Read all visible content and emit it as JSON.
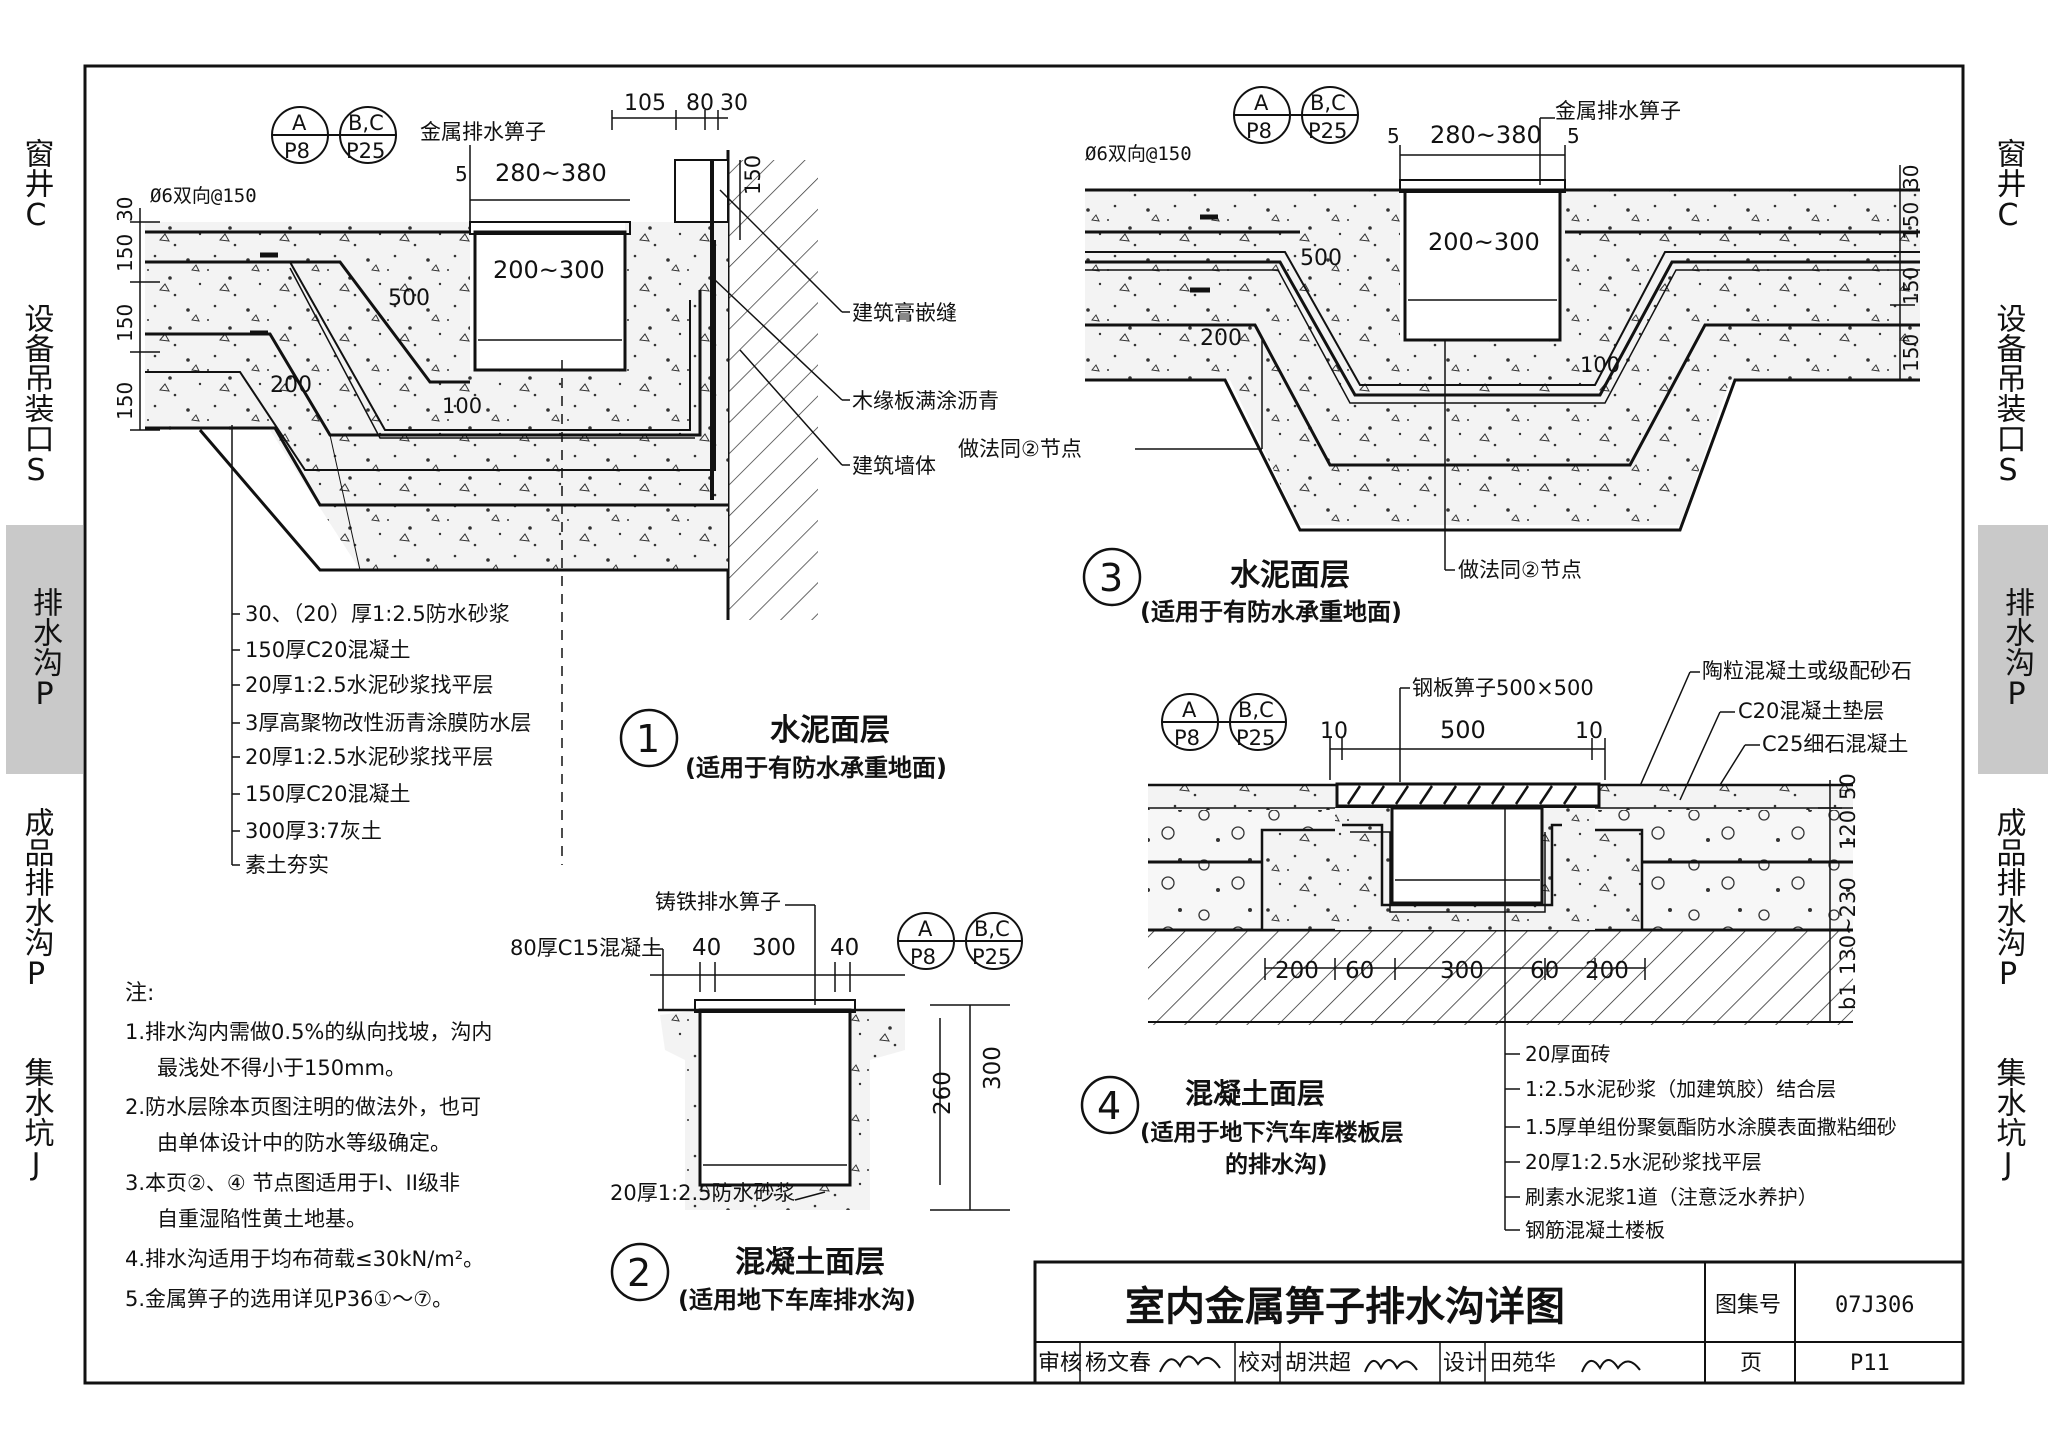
{
  "side_nav": [
    {
      "label": "窗井C",
      "highlight": false
    },
    {
      "label": "设备吊装口S",
      "highlight": false
    },
    {
      "label": "排水沟P",
      "highlight": true
    },
    {
      "label": "成品排水沟P",
      "highlight": false
    },
    {
      "label": "集水坑J",
      "highlight": false
    }
  ],
  "ref_tag": {
    "a": "A",
    "p8": "P8",
    "bc": "B,C",
    "p25": "P25"
  },
  "d1": {
    "grate_label": "金属排水箅子",
    "rebar": "Ø6双向@150",
    "dims": {
      "top_span": "280~380",
      "inner": "200~300",
      "gap5": "5",
      "l500": "500",
      "l200": "200",
      "l100": "100",
      "d105": "105",
      "d80": "80",
      "d30": "30",
      "d150": "150",
      "v30": "30",
      "v150": "150"
    },
    "side_labels": [
      "建筑膏嵌缝",
      "木缘板满涂沥青",
      "建筑墙体"
    ],
    "layers": [
      "30、（20）厚1:2.5防水砂浆",
      "150厚C20混凝土",
      "20厚1:2.5水泥砂浆找平层",
      "3厚高聚物改性沥青涂膜防水层",
      "20厚1:2.5水泥砂浆找平层",
      "150厚C20混凝土",
      "300厚3:7灰土",
      "素土夯实"
    ],
    "num": "1",
    "title": "水泥面层",
    "subtitle": "(适用于有防水承重地面)"
  },
  "d2": {
    "grate_label": "铸铁排水箅子",
    "left_label": "80厚C15混凝土",
    "bottom_label": "20厚1:2.5防水砂浆",
    "dims": {
      "d40a": "40",
      "d300": "300",
      "d40b": "40",
      "h260": "260",
      "h300": "300"
    },
    "num": "2",
    "title": "混凝土面层",
    "subtitle": "(适用地下车库排水沟)"
  },
  "d3": {
    "grate_label": "金属排水箅子",
    "rebar": "Ø6双向@150",
    "dims": {
      "top_span": "280~380",
      "inner": "200~300",
      "gap5a": "5",
      "gap5b": "5",
      "l500": "500",
      "l200": "200",
      "l100": "100",
      "v30": "30",
      "v150a": "150",
      "v150b": "150",
      "v150c": "150"
    },
    "note_a": "做法同②节点",
    "note_b": "做法同②节点",
    "num": "3",
    "title": "水泥面层",
    "subtitle": "(适用于有防水承重地面)"
  },
  "d4": {
    "grate_label": "钢板箅子500×500",
    "right_labels": [
      "陶粒混凝土或级配砂石",
      "C20混凝土垫层",
      "C25细石混凝土"
    ],
    "dims": {
      "d10a": "10",
      "d500": "500",
      "d10b": "10",
      "b200a": "200",
      "b60a": "60",
      "b300": "300",
      "b60b": "60",
      "b200b": "200",
      "v50": "50",
      "v120": "120",
      "v130": "130~230",
      "vb1": "b1"
    },
    "layers": [
      "20厚面砖",
      "1:2.5水泥砂浆（加建筑胶）结合层",
      "1.5厚单组份聚氨酯防水涂膜表面撒粘细砂",
      "20厚1:2.5水泥砂浆找平层",
      "刷素水泥浆1道（注意泛水养护）",
      "钢筋混凝土楼板"
    ],
    "num": "4",
    "title": "混凝土面层",
    "subtitle1": "(适用于地下汽车库楼板层",
    "subtitle2": "的排水沟)"
  },
  "notes": {
    "heading": "注:",
    "lines": [
      "1.排水沟内需做0.5%的纵向找坡，沟内",
      "最浅处不得小于150mm。",
      "2.防水层除本页图注明的做法外，也可",
      "由单体设计中的防水等级确定。",
      "3.本页②、④ 节点图适用于I、II级非",
      "自重湿陷性黄土地基。",
      "4.排水沟适用于均布荷载≤30kN/m²。",
      "5.金属箅子的选用详见P36①～⑦。"
    ]
  },
  "title_block": {
    "title": "室内金属箅子排水沟详图",
    "atlas_label": "图集号",
    "atlas_no": "07J306",
    "page_label": "页",
    "page_no": "P11",
    "review": "审核",
    "reviewer": "杨文春",
    "check": "校对",
    "checker": "胡洪超",
    "design": "设计",
    "designer": "田苑华"
  }
}
